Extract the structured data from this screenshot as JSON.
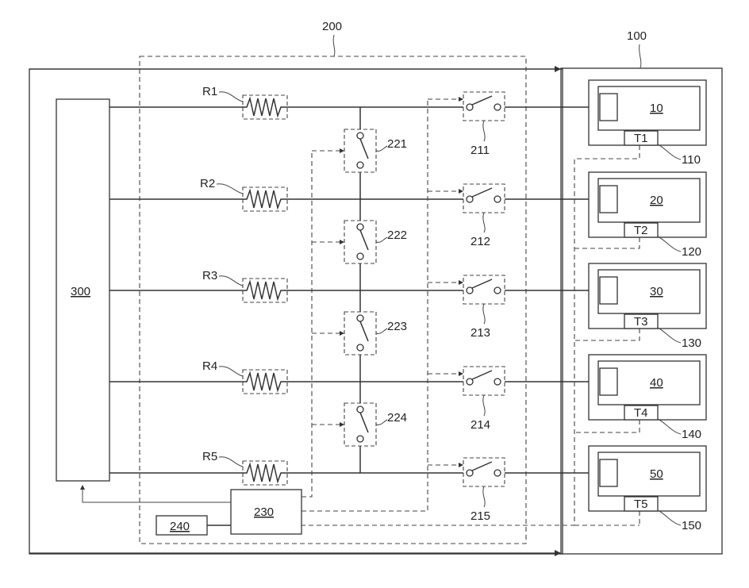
{
  "labels": {
    "module_200": "200",
    "module_100": "100",
    "block_300": "300",
    "block_230": "230",
    "block_240": "240",
    "resistors": [
      "R1",
      "R2",
      "R3",
      "R4",
      "R5"
    ],
    "series_switches": [
      "211",
      "212",
      "213",
      "214",
      "215"
    ],
    "bridge_switches": [
      "221",
      "222",
      "223",
      "224"
    ],
    "cells": [
      "10",
      "20",
      "30",
      "40",
      "50"
    ],
    "terminals": [
      "T1",
      "T2",
      "T3",
      "T4",
      "T5"
    ],
    "cell_groups": [
      "110",
      "120",
      "130",
      "140",
      "150"
    ]
  }
}
